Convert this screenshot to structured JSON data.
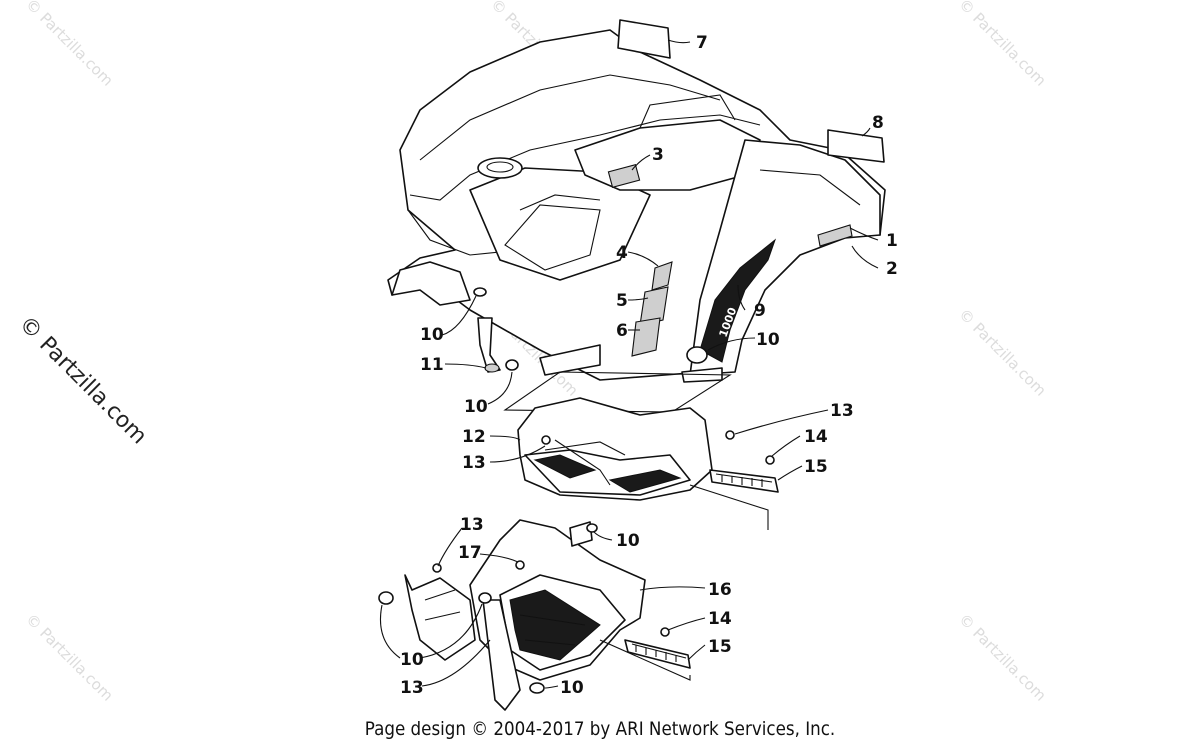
{
  "watermarks": {
    "small_text": "© Partzilla.com",
    "side_text": "© Partzilla.com"
  },
  "callouts": [
    {
      "id": "c7",
      "label": "7"
    },
    {
      "id": "c8",
      "label": "8"
    },
    {
      "id": "c3",
      "label": "3"
    },
    {
      "id": "c1",
      "label": "1"
    },
    {
      "id": "c2",
      "label": "2"
    },
    {
      "id": "c4",
      "label": "4"
    },
    {
      "id": "c5",
      "label": "5"
    },
    {
      "id": "c6",
      "label": "6"
    },
    {
      "id": "c9",
      "label": "9"
    },
    {
      "id": "c10a",
      "label": "10"
    },
    {
      "id": "c10b",
      "label": "10"
    },
    {
      "id": "c11",
      "label": "11"
    },
    {
      "id": "c10c",
      "label": "10"
    },
    {
      "id": "c13a",
      "label": "13"
    },
    {
      "id": "c12",
      "label": "12"
    },
    {
      "id": "c14a",
      "label": "14"
    },
    {
      "id": "c13b",
      "label": "13"
    },
    {
      "id": "c15a",
      "label": "15"
    },
    {
      "id": "c13c",
      "label": "13"
    },
    {
      "id": "c10d",
      "label": "10"
    },
    {
      "id": "c17",
      "label": "17"
    },
    {
      "id": "c16",
      "label": "16"
    },
    {
      "id": "c14b",
      "label": "14"
    },
    {
      "id": "c15b",
      "label": "15"
    },
    {
      "id": "c10e",
      "label": "10"
    },
    {
      "id": "c13d",
      "label": "13"
    },
    {
      "id": "c10f",
      "label": "10"
    }
  ],
  "decal_text": "1000",
  "footer": "Page design © 2004-2017 by ARI Network Services, Inc."
}
